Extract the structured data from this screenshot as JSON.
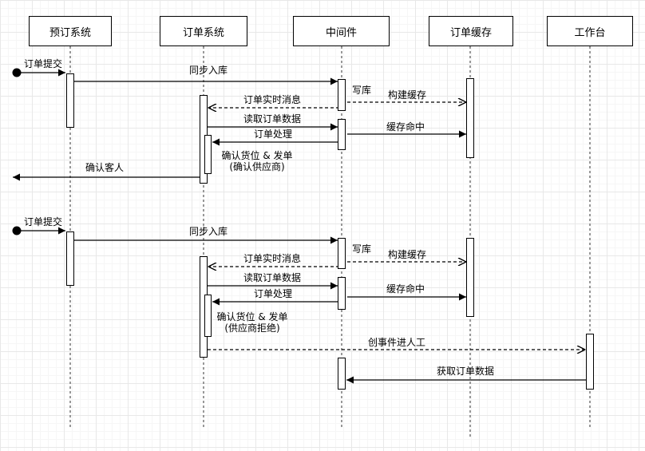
{
  "actors": [
    {
      "label": "预订系统"
    },
    {
      "label": "订单系统"
    },
    {
      "label": "中间件"
    },
    {
      "label": "订单缓存"
    },
    {
      "label": "工作台"
    }
  ],
  "flow1": {
    "start_label": "订单提交",
    "sync_in": "同步入库",
    "write_db": "写库",
    "build_cache": "构建缓存",
    "realtime_msg": "订单实时消息",
    "read_order": "读取订单数据",
    "cache_hit": "缓存命中",
    "process_order": "订单处理",
    "confirm_line1": "确认货位 & 发单",
    "confirm_line2": "(确认供应商)",
    "confirm_guest": "确认客人"
  },
  "flow2": {
    "start_label": "订单提交",
    "sync_in": "同步入库",
    "write_db": "写库",
    "build_cache": "构建缓存",
    "realtime_msg": "订单实时消息",
    "read_order": "读取订单数据",
    "cache_hit": "缓存命中",
    "process_order": "订单处理",
    "confirm_line1": "确认货位 & 发单",
    "confirm_line2": "(供应商拒绝)",
    "create_event": "创事件进人工",
    "fetch_order": "获取订单数据"
  },
  "colors": {
    "background": "#ffffff",
    "shape_fill": "#ffffff",
    "line": "#000000",
    "lifeline": "#777777",
    "grid_minor": "#f6f6f6",
    "grid_major": "#e8e8e8"
  }
}
